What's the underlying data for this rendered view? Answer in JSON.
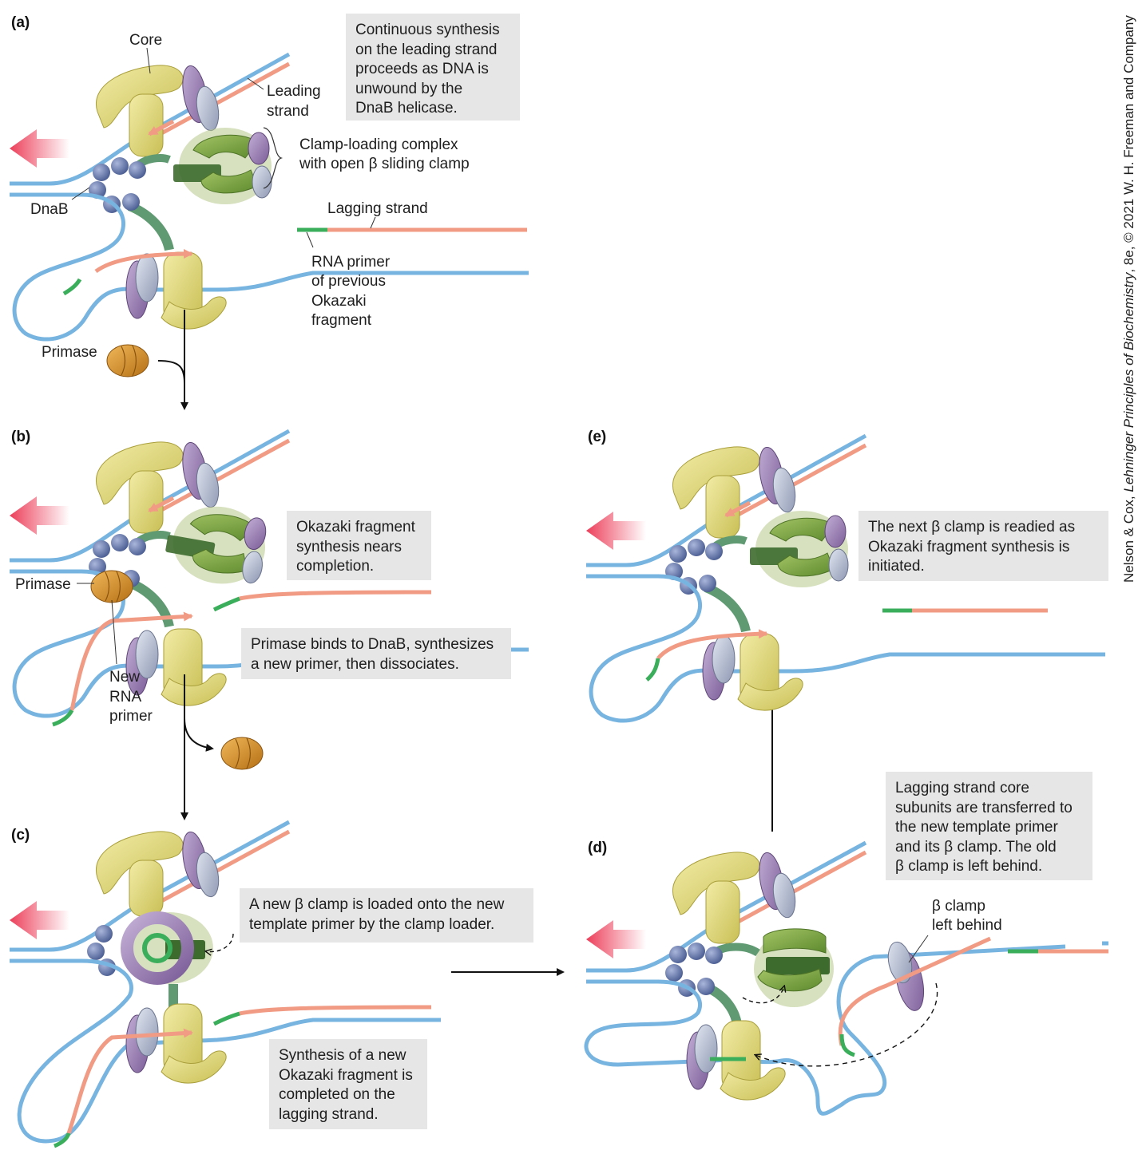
{
  "title": "",
  "panels": {
    "a": {
      "letter": "(a)",
      "labels": {
        "core": "Core",
        "leading": [
          "Leading",
          "strand"
        ],
        "clamp_loading": [
          "Clamp-loading complex",
          "with open β sliding clamp"
        ],
        "dnab": "DnaB",
        "lagging": "Lagging strand",
        "rna_primer": [
          "RNA primer",
          "of previous",
          "Okazaki",
          "fragment"
        ]
      },
      "box": [
        "Continuous synthesis",
        "on the leading strand",
        "proceeds as DNA is",
        "unwound by the",
        "DnaB helicase."
      ]
    },
    "primase_free": "Primase",
    "b": {
      "letter": "(b)",
      "labels": {
        "primase": "Primase",
        "new_rna_primer": [
          "New",
          "RNA",
          "primer"
        ]
      },
      "box_1": [
        "Okazaki fragment",
        "synthesis nears",
        "completion."
      ],
      "box_2": [
        "Primase binds to DnaB, synthesizes",
        "a new primer, then dissociates."
      ]
    },
    "c": {
      "letter": "(c)",
      "box_1": [
        "A new β clamp is loaded onto the new",
        "template primer by the clamp loader."
      ],
      "box_2": [
        "Synthesis of a new",
        "Okazaki fragment is",
        "completed on the",
        "lagging strand."
      ]
    },
    "d": {
      "letter": "(d)",
      "labels": {
        "clamp_left": [
          "β clamp",
          "left behind"
        ]
      },
      "box": [
        "Lagging strand core",
        "subunits are transferred to",
        "the new template primer",
        "and its β clamp. The old",
        "β clamp is left behind."
      ]
    },
    "e": {
      "letter": "(e)",
      "box": [
        "The next β clamp is readied as",
        "Okazaki fragment synthesis is",
        "initiated."
      ]
    }
  },
  "credit": {
    "prefix": "Nelson & Cox, ",
    "book": "Lehninger Principles of Biochemistry",
    "suffix": ", 8e, © 2021 W. H. Freeman and Company"
  },
  "colors": {
    "dna_template": "#78b4e0",
    "dna_new": "#f19b85",
    "rna_primer": "#3aae5a",
    "core_yellow": "#e3da7c",
    "clamp_purple": "#9b7eb3",
    "clamp_gray": "#b9c2d6",
    "clamp_loader_green": "#7fa845",
    "dnab_blue": "#6a7fb0",
    "primase_orange": "#d9922c",
    "direction_arrow": "#ef4a60",
    "textbox_bg": "#e6e6e6"
  }
}
